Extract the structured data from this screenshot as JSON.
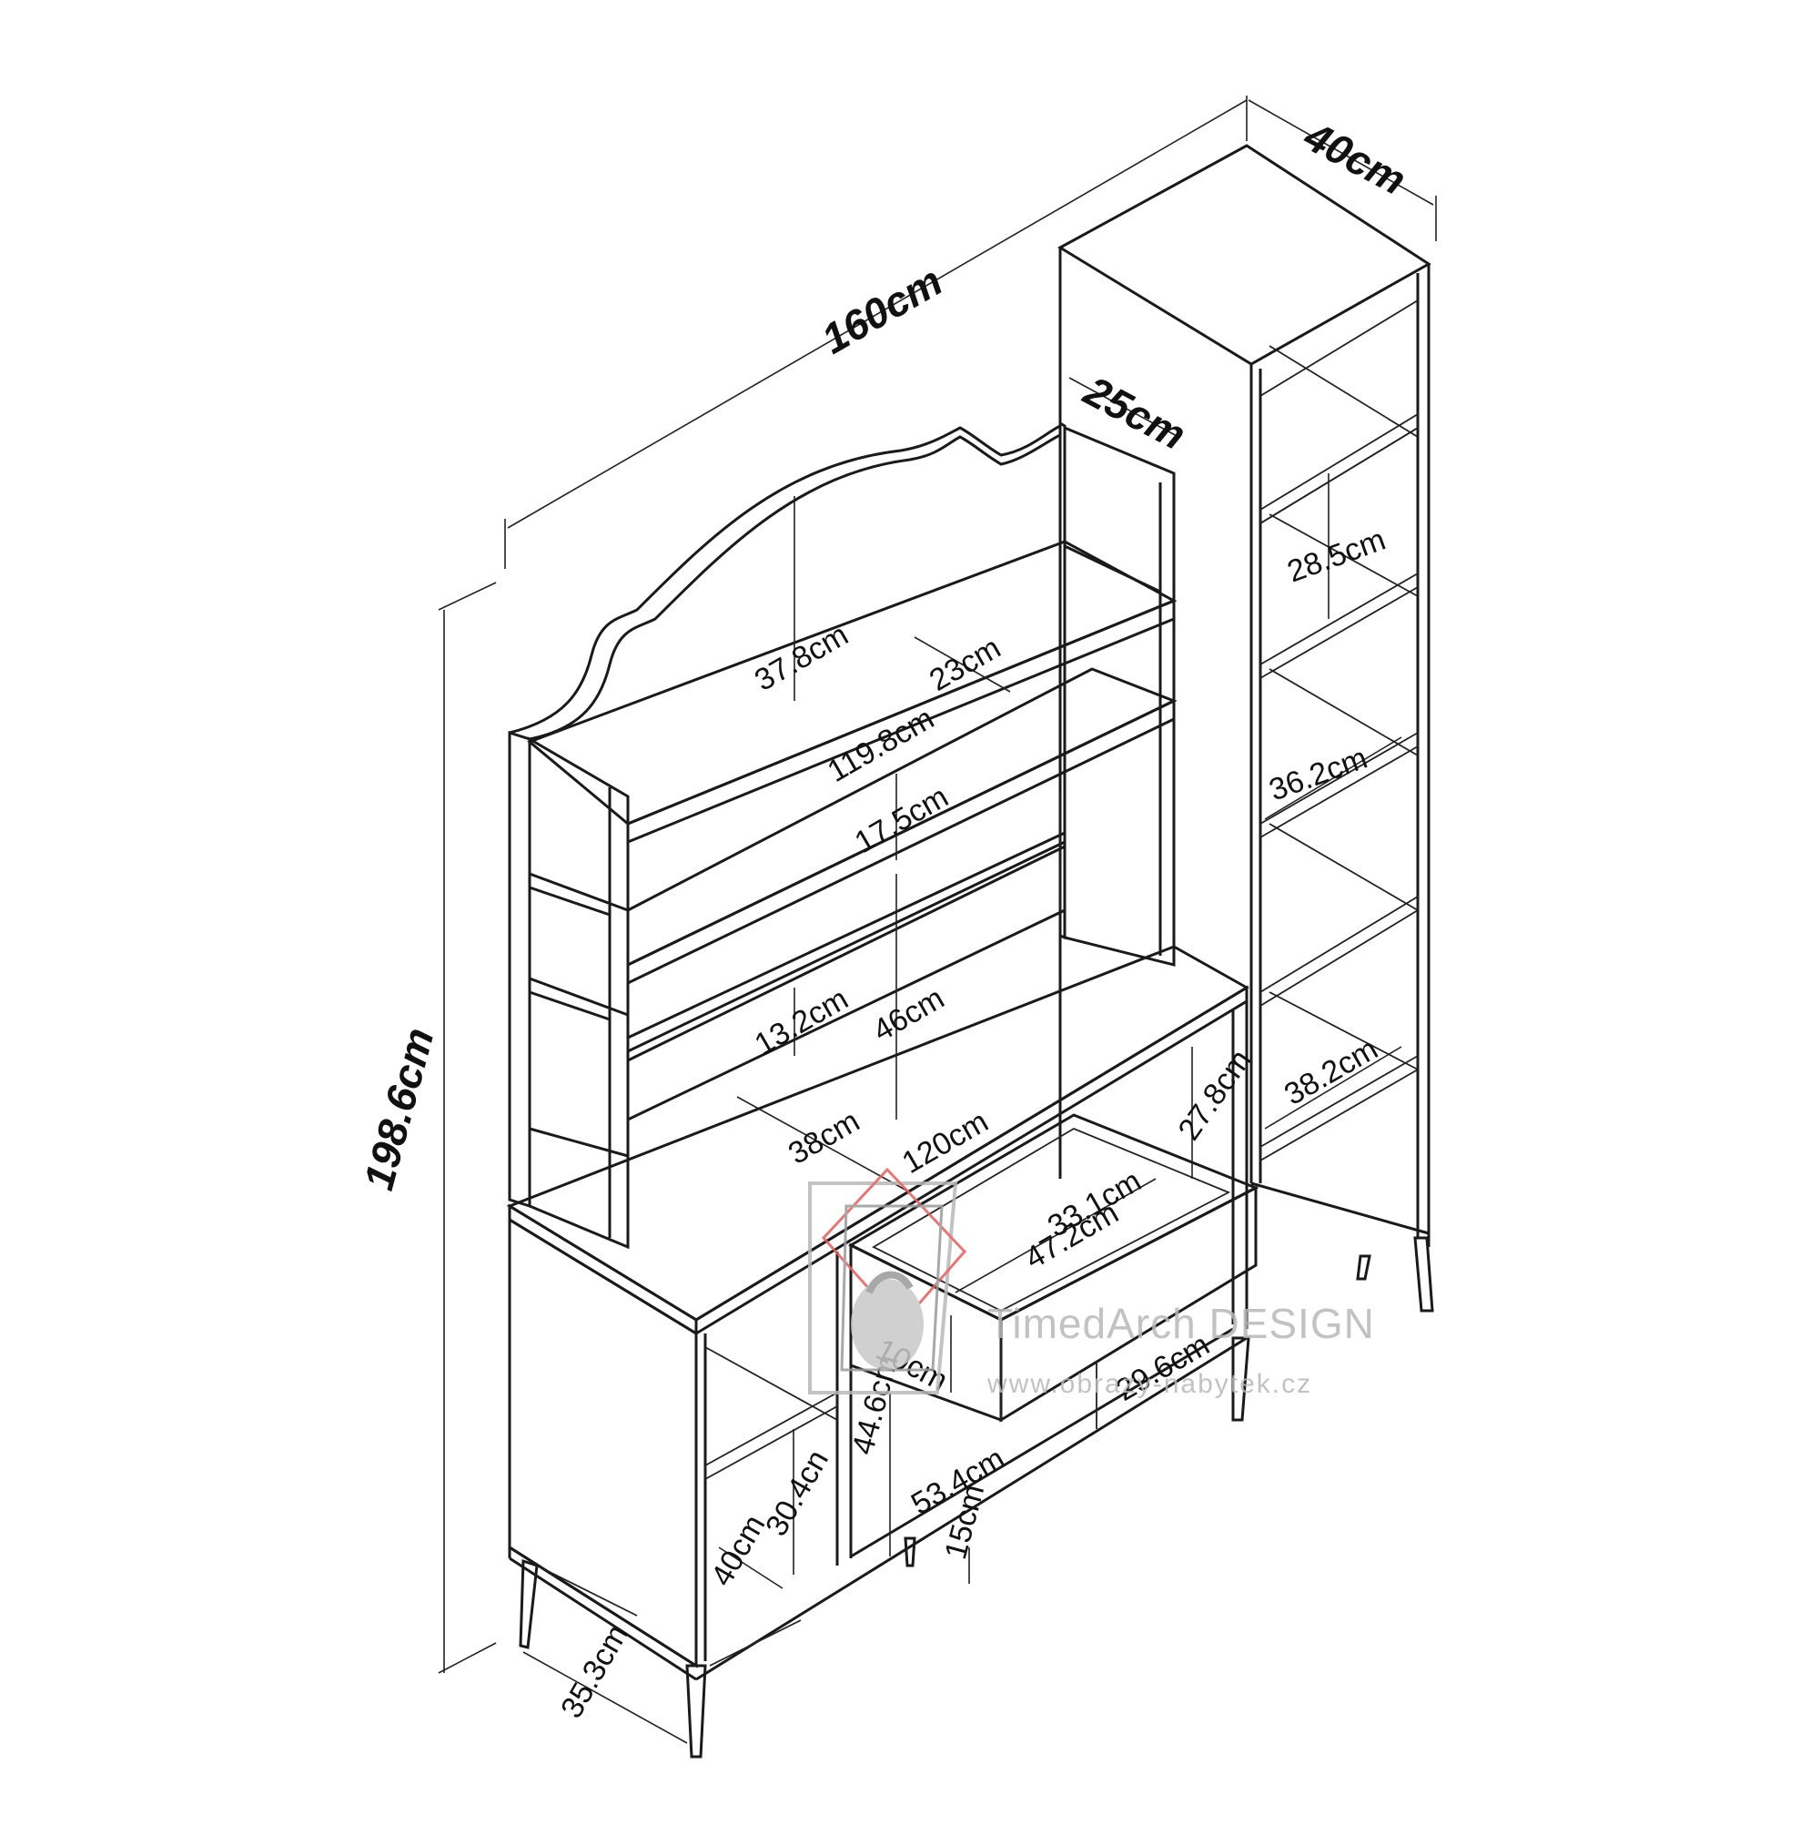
{
  "dimensions": {
    "total_width": "160cm",
    "total_depth": "40cm",
    "total_height": "198.6cm",
    "upper_depth": "25cm",
    "arch_height": "37.8cm",
    "top_shelf_depth": "23cm",
    "top_shelf_width": "119.8cm",
    "shelf_gap_1": "17.5cm",
    "shelf_gap_2": "13.2cm",
    "hutch_height": "46cm",
    "desk_depth": "38cm",
    "desk_width": "120cm",
    "desk_niche_height": "27.8cm",
    "drawer_inner_width": "33.1cm",
    "drawer_outer_width": "47.2cm",
    "drawer_height": "10cm",
    "lower_right_width": "29.6cm",
    "center_opening_height": "44.6cm",
    "center_opening_width": "53.4cm",
    "leg_height": "15cm",
    "left_shelf_height": "30.4cn",
    "left_compartment_height": "40cm",
    "base_depth": "35.3cm",
    "tower_shelf_1": "28.5cm",
    "tower_shelf_2": "36.2cm",
    "tower_shelf_3": "38.2cm"
  },
  "watermark": {
    "brand": "TimedArch",
    "suffix": " DESIGN",
    "url": "www.obrazy-nabytek.cz"
  },
  "colors": {
    "line": "#1a1a1a",
    "watermark": "#b8b8b8",
    "watermark_accent": "#e06060"
  }
}
